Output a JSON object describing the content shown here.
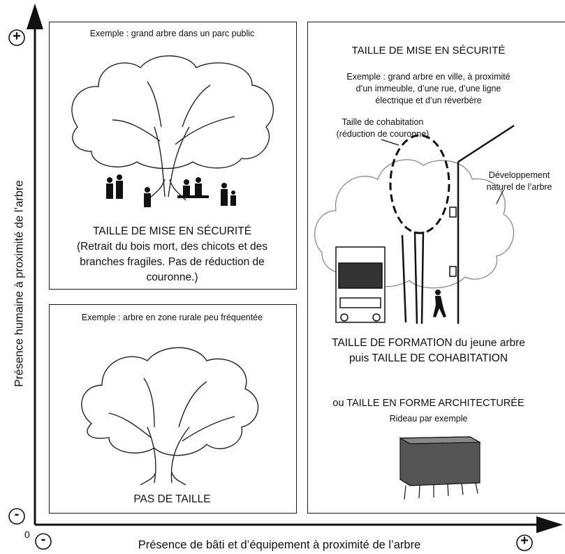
{
  "axes": {
    "y_label": "Présence humaine à proximité de l’arbre",
    "x_label": "Présence de bâti et d’équipement à proximité de l’arbre",
    "y_plus": "+",
    "y_minus": "-",
    "x_minus": "-",
    "x_plus": "+",
    "origin": "0"
  },
  "panel_top_left": {
    "example": "Exemple : grand arbre dans un parc public",
    "title": "TAILLE DE MISE EN SÉCURITÉ",
    "desc_1": "(Retrait du bois mort, des chicots et des",
    "desc_2": "branches fragiles. Pas de réduction de",
    "desc_3": "couronne.)"
  },
  "panel_bottom_left": {
    "example": "Exemple : arbre en zone rurale peu fréquentée",
    "title": "PAS DE TAILLE"
  },
  "panel_right": {
    "title": "TAILLE DE MISE EN SÉCURITÉ",
    "example_1": "Exemple : grand arbre en ville, à proximité",
    "example_2": "d’un immeuble, d’une rue, d’une ligne",
    "example_3": "électrique et d’un réverbère",
    "cohab_1": "Taille de cohabitation",
    "cohab_2": "(réduction de couronne)",
    "dev_1": "Développement",
    "dev_2": "naturel de l’arbre",
    "formation_1": "TAILLE DE FORMATION du jeune arbre",
    "formation_2": "puis TAILLE DE COHABITATION",
    "archi": "ou TAILLE EN FORME ARCHITECTURÉE",
    "rideau": "Rideau par exemple"
  }
}
